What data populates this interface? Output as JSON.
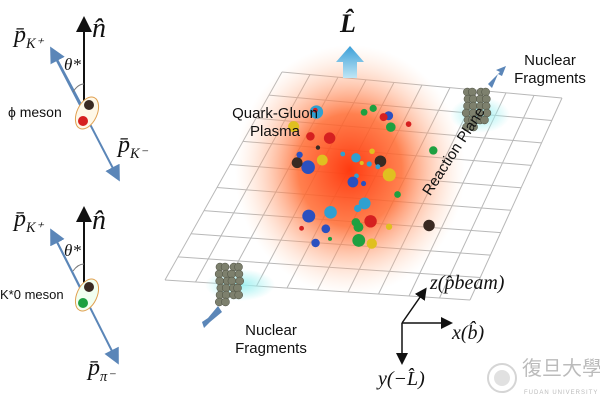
{
  "left_panel": {
    "phi": {
      "n_label": "n̂",
      "theta_label": "θ*",
      "pk_plus": "p̄",
      "pk_plus_sub": "K⁺",
      "meson_label": "ϕ meson",
      "pk_minus": "p̄",
      "pk_minus_sub": "K⁻"
    },
    "kstar": {
      "n_label": "n̂",
      "theta_label": "θ*",
      "pk_plus": "p̄",
      "pk_plus_sub": "K⁺",
      "meson_label": "K*0 meson",
      "ppi": "p̄",
      "ppi_sub": "π⁻"
    }
  },
  "main": {
    "L_label": "L̂",
    "qgp_label": "Quark-Gluon Plasma",
    "reaction_plane_label": "Reaction Plane",
    "nuclear_fragments_top": "Nuclear Fragments",
    "nuclear_fragments_bottom": "Nuclear Fragments",
    "axis_z": "z(p̂beam)",
    "axis_x": "x(b̂)",
    "axis_y": "y(−L̂)"
  },
  "watermark": {
    "text": "復旦大學",
    "subtext": "FUDAN UNIVERSITY"
  },
  "colors": {
    "arrow_blue": "#5b86b8",
    "glow": "#ff4a1a",
    "grid": "#b8b8b8"
  }
}
